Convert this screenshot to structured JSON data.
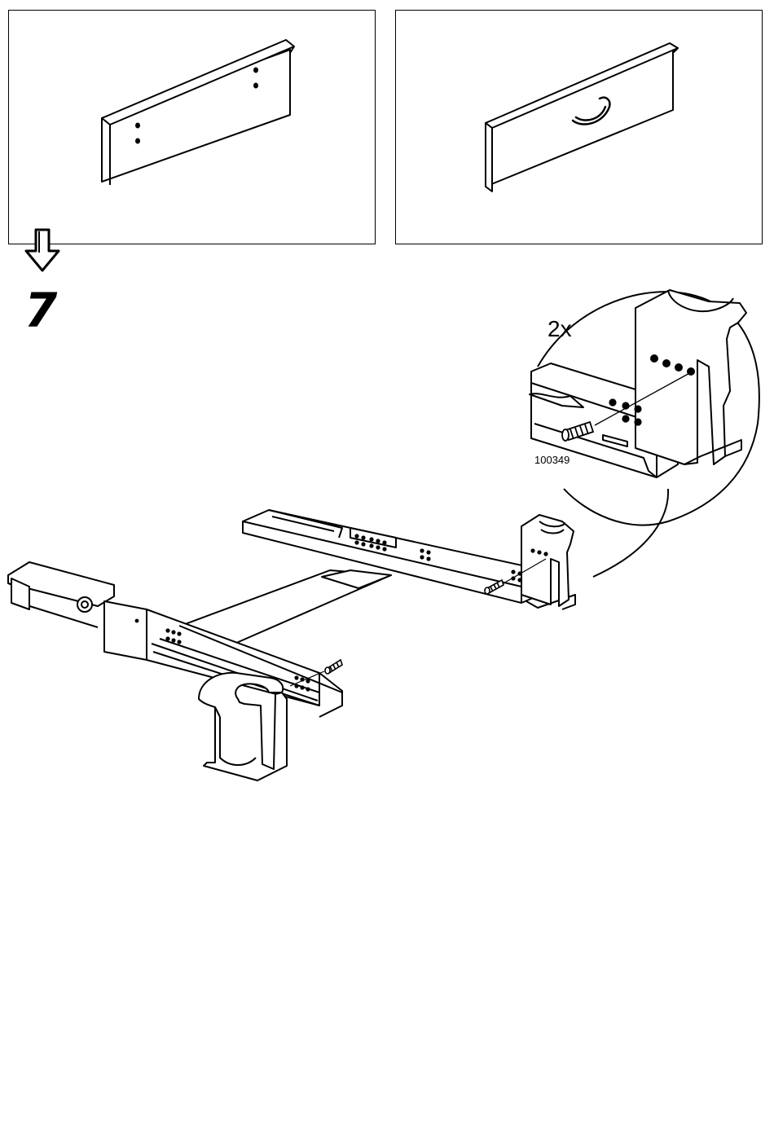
{
  "step": {
    "number": "7"
  },
  "detail": {
    "quantity": "2x",
    "part_number": "100349"
  },
  "icons": {
    "arrow": "down-arrow-icon",
    "screw": "screw-icon"
  },
  "colors": {
    "line": "#000000",
    "paper": "#ffffff"
  }
}
